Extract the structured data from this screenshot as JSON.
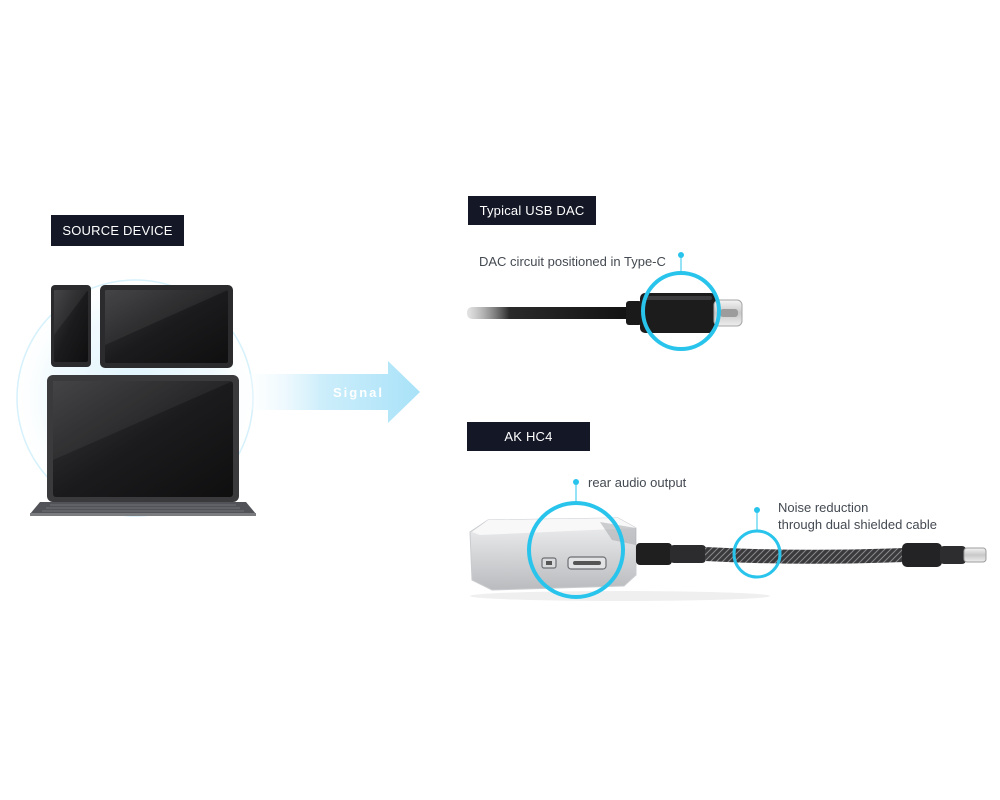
{
  "source": {
    "label": "SOURCE DEVICE"
  },
  "signal": {
    "label": "Signal"
  },
  "typical_usb_dac": {
    "label": "Typical USB DAC",
    "callout": "DAC circuit positioned in Type-C"
  },
  "ak_hc4": {
    "label": "AK HC4",
    "callout_rear": "rear audio output",
    "callout_noise_line1": "Noise reduction",
    "callout_noise_line2": "through dual shielded cable"
  },
  "colors": {
    "label_bg": "#141726",
    "accent": "#29c4ec",
    "signal_arrow": "#bfe9f9",
    "callout_text": "#444a52"
  }
}
